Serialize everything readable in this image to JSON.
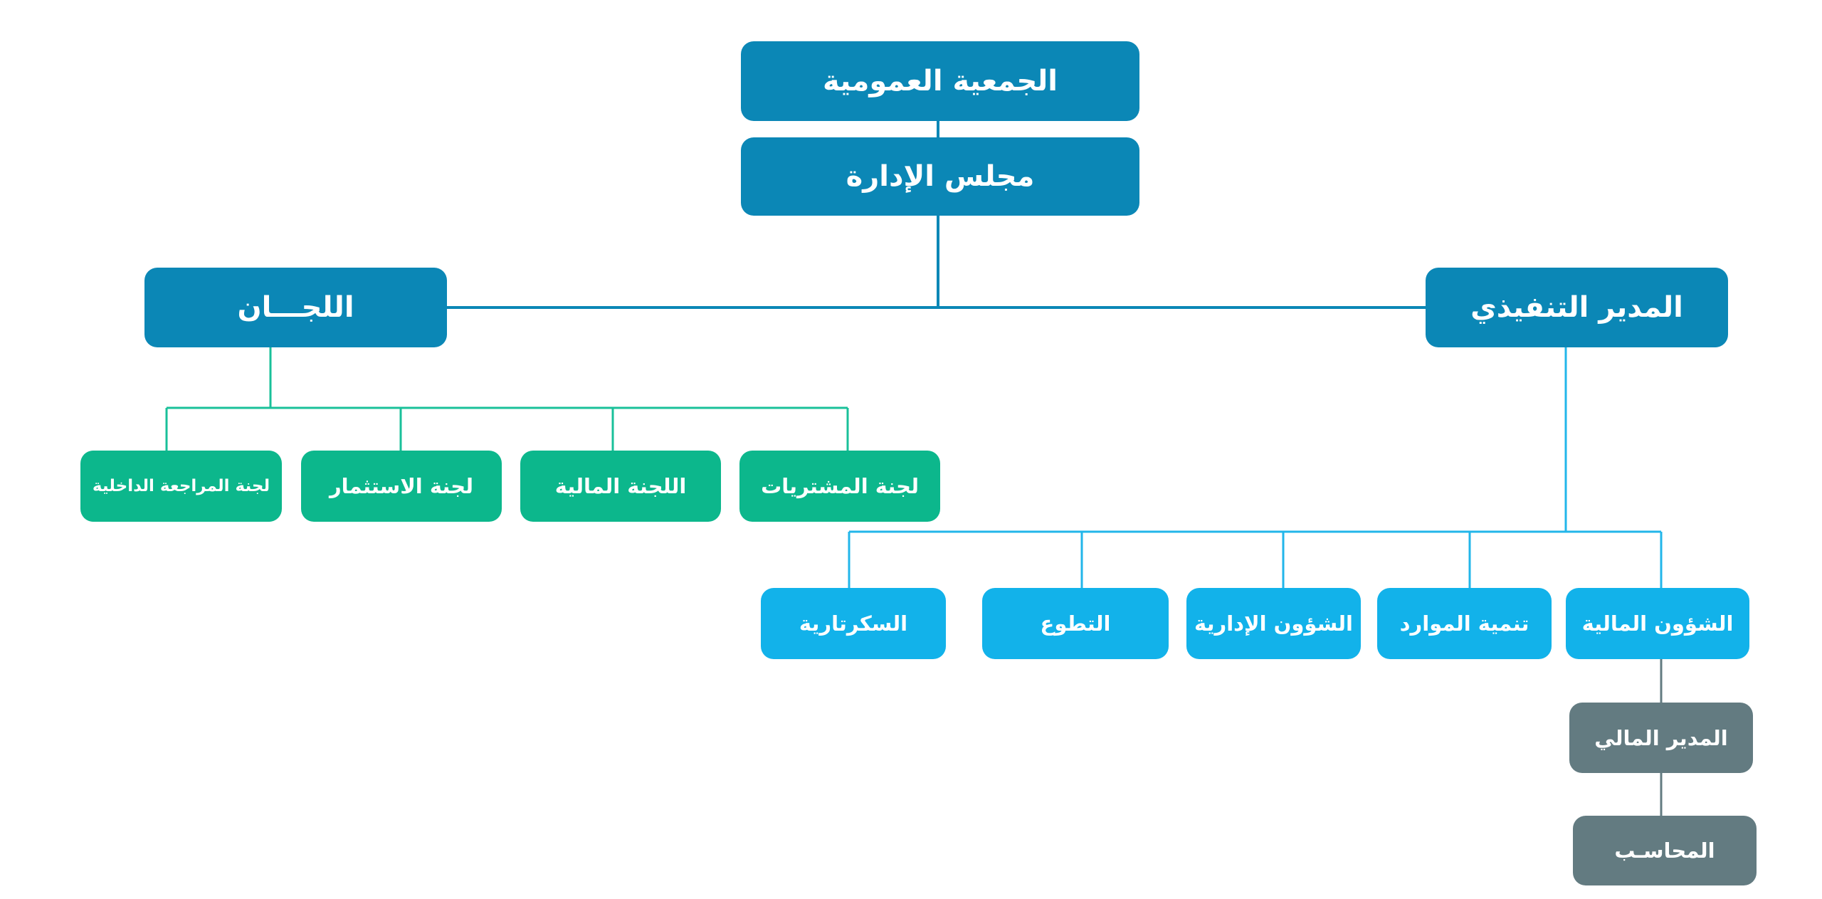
{
  "org_chart": {
    "general_assembly": "الجمعية العمومية",
    "board": "مجلس الإدارة",
    "committees_title": "اللجـــان",
    "executive_director": "المدير التنفيذي",
    "committees": [
      "لجنة المشتريات",
      "اللجنة المالية",
      "لجنة الاستثمار",
      "لجنة المراجعة الداخلية"
    ],
    "departments": [
      "الشؤون المالية",
      "تنمية الموارد",
      "الشؤون الإدارية",
      "التطوع",
      "السكرتارية"
    ],
    "finance_chain": [
      "المدير المالي",
      "المحاسـب"
    ]
  },
  "colors": {
    "top_level": "#0b87b6",
    "committees": "#0cb78c",
    "departments": "#12b2ea",
    "finance_staff": "#637b81",
    "line_dark": "#0b87b6",
    "line_committee": "#19c09a",
    "line_dept": "#22b6ea",
    "line_finance": "#637b81"
  }
}
